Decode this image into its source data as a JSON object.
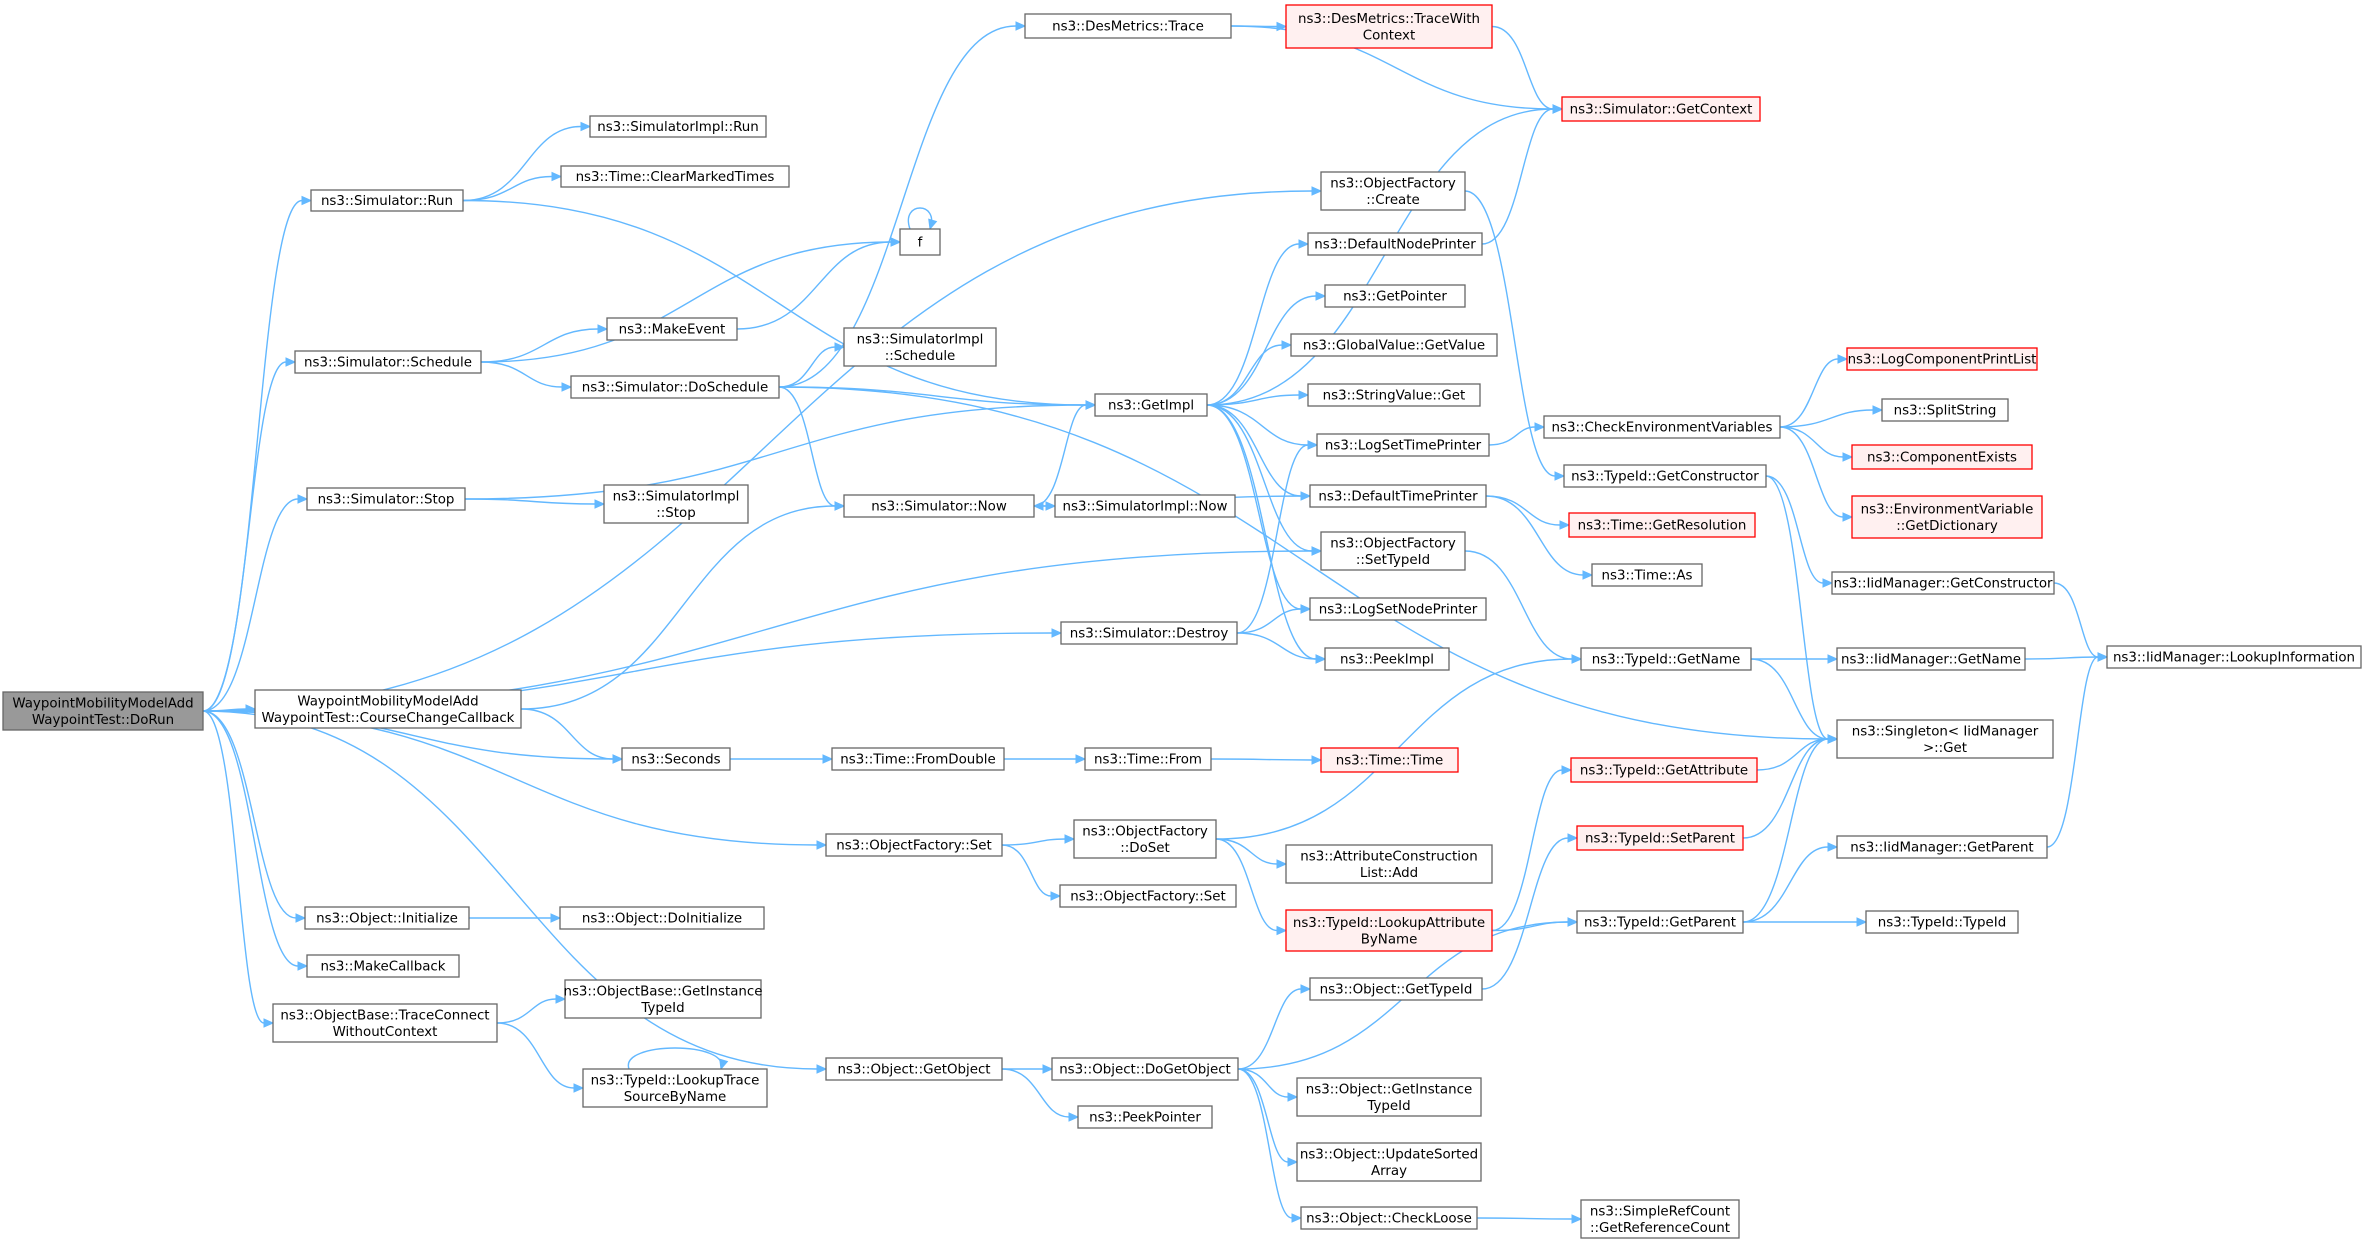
{
  "colors": {
    "root_fill": "#999999",
    "root_stroke": "#666666",
    "node_fill": "#ffffff",
    "node_stroke": "#666666",
    "truncated_fill": "#fff0f0",
    "truncated_stroke": "#ff0000",
    "edge": "#63b8ff"
  },
  "nodes": [
    {
      "id": "root",
      "lines": [
        "WaypointMobilityModelAdd",
        "WaypointTest::DoRun"
      ],
      "style": "root"
    },
    {
      "id": "sim_run",
      "lines": [
        "ns3::Simulator::Run"
      ],
      "style": "normal"
    },
    {
      "id": "simimpl_run",
      "lines": [
        "ns3::SimulatorImpl::Run"
      ],
      "style": "normal"
    },
    {
      "id": "clear_marked",
      "lines": [
        "ns3::Time::ClearMarkedTimes"
      ],
      "style": "normal"
    },
    {
      "id": "f",
      "lines": [
        "f"
      ],
      "style": "normal"
    },
    {
      "id": "make_event",
      "lines": [
        "ns3::MakeEvent"
      ],
      "style": "normal"
    },
    {
      "id": "sim_schedule",
      "lines": [
        "ns3::Simulator::Schedule"
      ],
      "style": "normal"
    },
    {
      "id": "simimpl_schedule",
      "lines": [
        "ns3::SimulatorImpl",
        "::Schedule"
      ],
      "style": "normal"
    },
    {
      "id": "sim_doschedule",
      "lines": [
        "ns3::Simulator::DoSchedule"
      ],
      "style": "normal"
    },
    {
      "id": "sim_stop",
      "lines": [
        "ns3::Simulator::Stop"
      ],
      "style": "normal"
    },
    {
      "id": "simimpl_stop",
      "lines": [
        "ns3::SimulatorImpl",
        "::Stop"
      ],
      "style": "normal"
    },
    {
      "id": "sim_now",
      "lines": [
        "ns3::Simulator::Now"
      ],
      "style": "normal"
    },
    {
      "id": "simimpl_now",
      "lines": [
        "ns3::SimulatorImpl::Now"
      ],
      "style": "normal"
    },
    {
      "id": "getimpl",
      "lines": [
        "ns3::GetImpl"
      ],
      "style": "normal"
    },
    {
      "id": "des_trace",
      "lines": [
        "ns3::DesMetrics::Trace"
      ],
      "style": "normal"
    },
    {
      "id": "des_tracectx",
      "lines": [
        "ns3::DesMetrics::TraceWith",
        "Context"
      ],
      "style": "truncated"
    },
    {
      "id": "sim_getcontext",
      "lines": [
        "ns3::Simulator::GetContext"
      ],
      "style": "truncated"
    },
    {
      "id": "of_create",
      "lines": [
        "ns3::ObjectFactory",
        "::Create"
      ],
      "style": "normal"
    },
    {
      "id": "default_node_printer",
      "lines": [
        "ns3::DefaultNodePrinter"
      ],
      "style": "normal"
    },
    {
      "id": "getpointer",
      "lines": [
        "ns3::GetPointer"
      ],
      "style": "normal"
    },
    {
      "id": "gv_getvalue",
      "lines": [
        "ns3::GlobalValue::GetValue"
      ],
      "style": "normal"
    },
    {
      "id": "sv_get",
      "lines": [
        "ns3::StringValue::Get"
      ],
      "style": "normal"
    },
    {
      "id": "log_set_time",
      "lines": [
        "ns3::LogSetTimePrinter"
      ],
      "style": "normal"
    },
    {
      "id": "default_time_printer",
      "lines": [
        "ns3::DefaultTimePrinter"
      ],
      "style": "normal"
    },
    {
      "id": "of_settypeid",
      "lines": [
        "ns3::ObjectFactory",
        "::SetTypeId"
      ],
      "style": "normal"
    },
    {
      "id": "log_set_node",
      "lines": [
        "ns3::LogSetNodePrinter"
      ],
      "style": "normal"
    },
    {
      "id": "peekimpl",
      "lines": [
        "ns3::PeekImpl"
      ],
      "style": "normal"
    },
    {
      "id": "sim_destroy",
      "lines": [
        "ns3::Simulator::Destroy"
      ],
      "style": "normal"
    },
    {
      "id": "course_change",
      "lines": [
        "WaypointMobilityModelAdd",
        "WaypointTest::CourseChangeCallback"
      ],
      "style": "normal"
    },
    {
      "id": "seconds",
      "lines": [
        "ns3::Seconds"
      ],
      "style": "normal"
    },
    {
      "id": "time_fromdouble",
      "lines": [
        "ns3::Time::FromDouble"
      ],
      "style": "normal"
    },
    {
      "id": "time_from",
      "lines": [
        "ns3::Time::From"
      ],
      "style": "normal"
    },
    {
      "id": "time_time",
      "lines": [
        "ns3::Time::Time"
      ],
      "style": "truncated"
    },
    {
      "id": "check_env",
      "lines": [
        "ns3::CheckEnvironmentVariables"
      ],
      "style": "normal"
    },
    {
      "id": "log_comp_print",
      "lines": [
        "ns3::LogComponentPrintList"
      ],
      "style": "truncated"
    },
    {
      "id": "splitstring",
      "lines": [
        "ns3::SplitString"
      ],
      "style": "normal"
    },
    {
      "id": "comp_exists",
      "lines": [
        "ns3::ComponentExists"
      ],
      "style": "truncated"
    },
    {
      "id": "env_getdict",
      "lines": [
        "ns3::EnvironmentVariable",
        "::GetDictionary"
      ],
      "style": "truncated"
    },
    {
      "id": "typeid_getctor",
      "lines": [
        "ns3::TypeId::GetConstructor"
      ],
      "style": "normal"
    },
    {
      "id": "time_getres",
      "lines": [
        "ns3::Time::GetResolution"
      ],
      "style": "truncated"
    },
    {
      "id": "time_as",
      "lines": [
        "ns3::Time::As"
      ],
      "style": "normal"
    },
    {
      "id": "iid_getctor",
      "lines": [
        "ns3::IidManager::GetConstructor"
      ],
      "style": "normal"
    },
    {
      "id": "typeid_getname",
      "lines": [
        "ns3::TypeId::GetName"
      ],
      "style": "normal"
    },
    {
      "id": "iid_getname",
      "lines": [
        "ns3::IidManager::GetName"
      ],
      "style": "normal"
    },
    {
      "id": "iid_lookupinfo",
      "lines": [
        "ns3::IidManager::LookupInformation"
      ],
      "style": "normal"
    },
    {
      "id": "singleton_get",
      "lines": [
        "ns3::Singleton< IidManager",
        " >::Get"
      ],
      "style": "normal"
    },
    {
      "id": "of_set",
      "lines": [
        "ns3::ObjectFactory::Set"
      ],
      "style": "normal"
    },
    {
      "id": "of_doset",
      "lines": [
        "ns3::ObjectFactory",
        "::DoSet"
      ],
      "style": "normal"
    },
    {
      "id": "of_set2",
      "lines": [
        "ns3::ObjectFactory::Set"
      ],
      "style": "normal"
    },
    {
      "id": "attr_list_add",
      "lines": [
        "ns3::AttributeConstruction",
        "List::Add"
      ],
      "style": "normal"
    },
    {
      "id": "typeid_getattr",
      "lines": [
        "ns3::TypeId::GetAttribute"
      ],
      "style": "truncated"
    },
    {
      "id": "typeid_lookupattr",
      "lines": [
        "ns3::TypeId::LookupAttribute",
        "ByName"
      ],
      "style": "truncated"
    },
    {
      "id": "typeid_setparent",
      "lines": [
        "ns3::TypeId::SetParent"
      ],
      "style": "truncated"
    },
    {
      "id": "typeid_getparent",
      "lines": [
        "ns3::TypeId::GetParent"
      ],
      "style": "normal"
    },
    {
      "id": "iid_getparent",
      "lines": [
        "ns3::IidManager::GetParent"
      ],
      "style": "normal"
    },
    {
      "id": "typeid_typeid",
      "lines": [
        "ns3::TypeId::TypeId"
      ],
      "style": "normal"
    },
    {
      "id": "obj_initialize",
      "lines": [
        "ns3::Object::Initialize"
      ],
      "style": "normal"
    },
    {
      "id": "obj_doinit",
      "lines": [
        "ns3::Object::DoInitialize"
      ],
      "style": "normal"
    },
    {
      "id": "makecallback",
      "lines": [
        "ns3::MakeCallback"
      ],
      "style": "normal"
    },
    {
      "id": "objbase_trace",
      "lines": [
        "ns3::ObjectBase::TraceConnect",
        "WithoutContext"
      ],
      "style": "normal"
    },
    {
      "id": "objbase_getinst",
      "lines": [
        "ns3::ObjectBase::GetInstance",
        "TypeId"
      ],
      "style": "normal"
    },
    {
      "id": "typeid_lookuptrace",
      "lines": [
        "ns3::TypeId::LookupTrace",
        "SourceByName"
      ],
      "style": "normal"
    },
    {
      "id": "obj_gettypeid",
      "lines": [
        "ns3::Object::GetTypeId"
      ],
      "style": "normal"
    },
    {
      "id": "obj_getobject",
      "lines": [
        "ns3::Object::GetObject"
      ],
      "style": "normal"
    },
    {
      "id": "obj_dogetobject",
      "lines": [
        "ns3::Object::DoGetObject"
      ],
      "style": "normal"
    },
    {
      "id": "peekpointer",
      "lines": [
        "ns3::PeekPointer"
      ],
      "style": "normal"
    },
    {
      "id": "obj_getinst",
      "lines": [
        "ns3::Object::GetInstance",
        "TypeId"
      ],
      "style": "normal"
    },
    {
      "id": "obj_updsorted",
      "lines": [
        "ns3::Object::UpdateSorted",
        "Array"
      ],
      "style": "normal"
    },
    {
      "id": "obj_checkloose",
      "lines": [
        "ns3::Object::CheckLoose"
      ],
      "style": "normal"
    },
    {
      "id": "src_getrefcount",
      "lines": [
        "ns3::SimpleRefCount",
        "::GetReferenceCount"
      ],
      "style": "normal"
    }
  ],
  "edges": [
    [
      "root",
      "sim_run"
    ],
    [
      "root",
      "sim_schedule"
    ],
    [
      "root",
      "sim_stop"
    ],
    [
      "root",
      "of_create"
    ],
    [
      "root",
      "of_settypeid"
    ],
    [
      "root",
      "sim_destroy"
    ],
    [
      "root",
      "course_change"
    ],
    [
      "root",
      "seconds"
    ],
    [
      "root",
      "of_set"
    ],
    [
      "root",
      "obj_getobject"
    ],
    [
      "root",
      "obj_initialize"
    ],
    [
      "root",
      "makecallback"
    ],
    [
      "root",
      "objbase_trace"
    ],
    [
      "sim_run",
      "simimpl_run"
    ],
    [
      "sim_run",
      "clear_marked"
    ],
    [
      "sim_run",
      "getimpl"
    ],
    [
      "f",
      "f"
    ],
    [
      "make_event",
      "f"
    ],
    [
      "sim_schedule",
      "f"
    ],
    [
      "sim_schedule",
      "make_event"
    ],
    [
      "sim_schedule",
      "sim_doschedule"
    ],
    [
      "sim_doschedule",
      "des_trace"
    ],
    [
      "sim_doschedule",
      "simimpl_schedule"
    ],
    [
      "sim_doschedule",
      "getimpl"
    ],
    [
      "sim_doschedule",
      "sim_now"
    ],
    [
      "sim_doschedule",
      "singleton_get"
    ],
    [
      "sim_stop",
      "getimpl"
    ],
    [
      "sim_stop",
      "simimpl_stop"
    ],
    [
      "sim_now",
      "getimpl"
    ],
    [
      "sim_now",
      "simimpl_now"
    ],
    [
      "getimpl",
      "sim_getcontext"
    ],
    [
      "getimpl",
      "default_node_printer"
    ],
    [
      "getimpl",
      "getpointer"
    ],
    [
      "getimpl",
      "gv_getvalue"
    ],
    [
      "getimpl",
      "sv_get"
    ],
    [
      "getimpl",
      "log_set_time"
    ],
    [
      "getimpl",
      "default_time_printer"
    ],
    [
      "getimpl",
      "of_settypeid"
    ],
    [
      "getimpl",
      "log_set_node"
    ],
    [
      "getimpl",
      "peekimpl"
    ],
    [
      "des_trace",
      "des_tracectx"
    ],
    [
      "des_trace",
      "sim_getcontext"
    ],
    [
      "des_tracectx",
      "sim_getcontext"
    ],
    [
      "default_node_printer",
      "sim_getcontext"
    ],
    [
      "of_create",
      "typeid_getctor"
    ],
    [
      "default_time_printer",
      "sim_now"
    ],
    [
      "default_time_printer",
      "time_getres"
    ],
    [
      "default_time_printer",
      "time_as"
    ],
    [
      "log_set_time",
      "check_env"
    ],
    [
      "check_env",
      "log_comp_print"
    ],
    [
      "check_env",
      "splitstring"
    ],
    [
      "check_env",
      "comp_exists"
    ],
    [
      "check_env",
      "env_getdict"
    ],
    [
      "typeid_getctor",
      "iid_getctor"
    ],
    [
      "typeid_getctor",
      "singleton_get"
    ],
    [
      "iid_getctor",
      "iid_lookupinfo"
    ],
    [
      "of_settypeid",
      "typeid_getname"
    ],
    [
      "sim_destroy",
      "log_set_time"
    ],
    [
      "sim_destroy",
      "log_set_node"
    ],
    [
      "sim_destroy",
      "peekimpl"
    ],
    [
      "course_change",
      "sim_now"
    ],
    [
      "course_change",
      "seconds"
    ],
    [
      "seconds",
      "time_fromdouble"
    ],
    [
      "time_fromdouble",
      "time_from"
    ],
    [
      "time_from",
      "time_time"
    ],
    [
      "typeid_getname",
      "iid_getname"
    ],
    [
      "typeid_getname",
      "singleton_get"
    ],
    [
      "iid_getname",
      "iid_lookupinfo"
    ],
    [
      "of_set",
      "of_doset"
    ],
    [
      "of_set",
      "of_set2"
    ],
    [
      "of_doset",
      "typeid_getname"
    ],
    [
      "of_doset",
      "attr_list_add"
    ],
    [
      "of_doset",
      "typeid_lookupattr"
    ],
    [
      "typeid_lookupattr",
      "typeid_getattr"
    ],
    [
      "typeid_lookupattr",
      "typeid_getparent"
    ],
    [
      "typeid_getattr",
      "singleton_get"
    ],
    [
      "typeid_setparent",
      "singleton_get"
    ],
    [
      "typeid_getparent",
      "singleton_get"
    ],
    [
      "typeid_getparent",
      "iid_getparent"
    ],
    [
      "typeid_getparent",
      "typeid_typeid"
    ],
    [
      "iid_getparent",
      "iid_lookupinfo"
    ],
    [
      "obj_initialize",
      "obj_doinit"
    ],
    [
      "objbase_trace",
      "objbase_getinst"
    ],
    [
      "objbase_trace",
      "typeid_lookuptrace"
    ],
    [
      "typeid_lookuptrace",
      "typeid_lookuptrace"
    ],
    [
      "obj_gettypeid",
      "typeid_setparent"
    ],
    [
      "obj_getobject",
      "obj_dogetobject"
    ],
    [
      "obj_getobject",
      "peekpointer"
    ],
    [
      "obj_dogetobject",
      "obj_gettypeid"
    ],
    [
      "obj_dogetobject",
      "typeid_getparent"
    ],
    [
      "obj_dogetobject",
      "obj_getinst"
    ],
    [
      "obj_dogetobject",
      "obj_updsorted"
    ],
    [
      "obj_dogetobject",
      "obj_checkloose"
    ],
    [
      "obj_checkloose",
      "src_getrefcount"
    ]
  ]
}
